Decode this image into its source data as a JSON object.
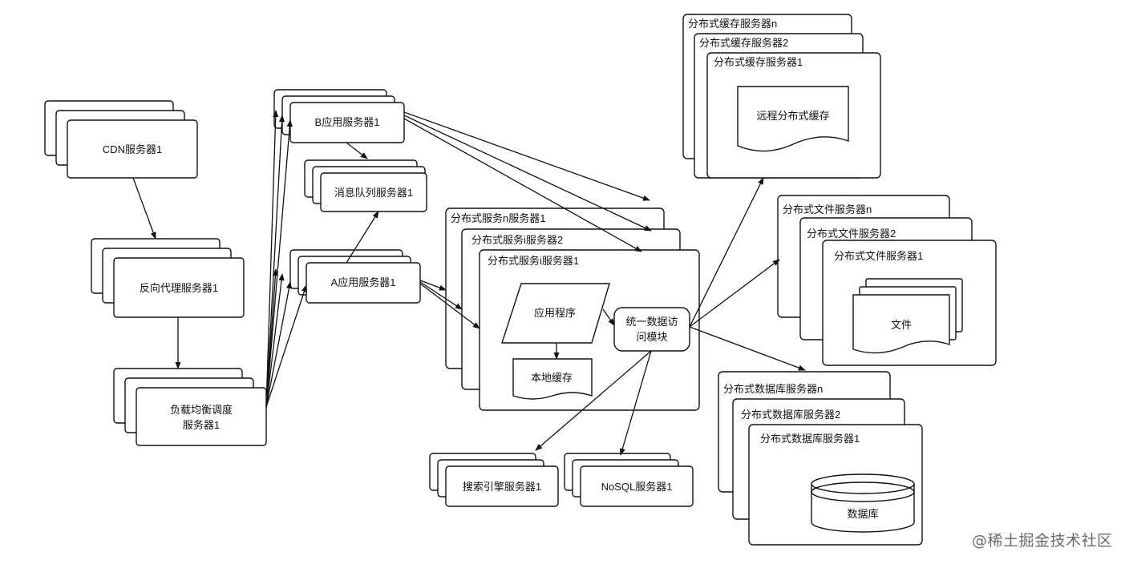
{
  "diagram": {
    "cdn": "CDN服务器1",
    "reverse_proxy": "反向代理服务器1",
    "lb_line1": "负载均衡调度",
    "lb_line2": "服务器1",
    "b_app": "B应用服务器1",
    "mq": "消息队列服务器1",
    "a_app": "A应用服务器1",
    "svc_n": "分布式服务n服务器1",
    "svc_2": "分布式服务i服务器2",
    "svc_1": "分布式服务i服务器1",
    "app_program": "应用程序",
    "local_cache": "本地缓存",
    "uda_line1": "统一数据访",
    "uda_line2": "问模块",
    "search": "搜索引擎服务器1",
    "nosql": "NoSQL服务器1",
    "cache_n": "分布式缓存服务器n",
    "cache_2": "分布式缓存服务器2",
    "cache_1": "分布式缓存服务器1",
    "remote_cache": "远程分布式缓存",
    "file_n": "分布式文件服务器n",
    "file_2": "分布式文件服务器2",
    "file_1": "分布式文件服务器1",
    "file": "文件",
    "db_n": "分布式数据库服务器n",
    "db_2": "分布式数据库服务器2",
    "db_1": "分布式数据库服务器1",
    "database": "数据库"
  },
  "watermark": "@稀土掘金技术社区"
}
